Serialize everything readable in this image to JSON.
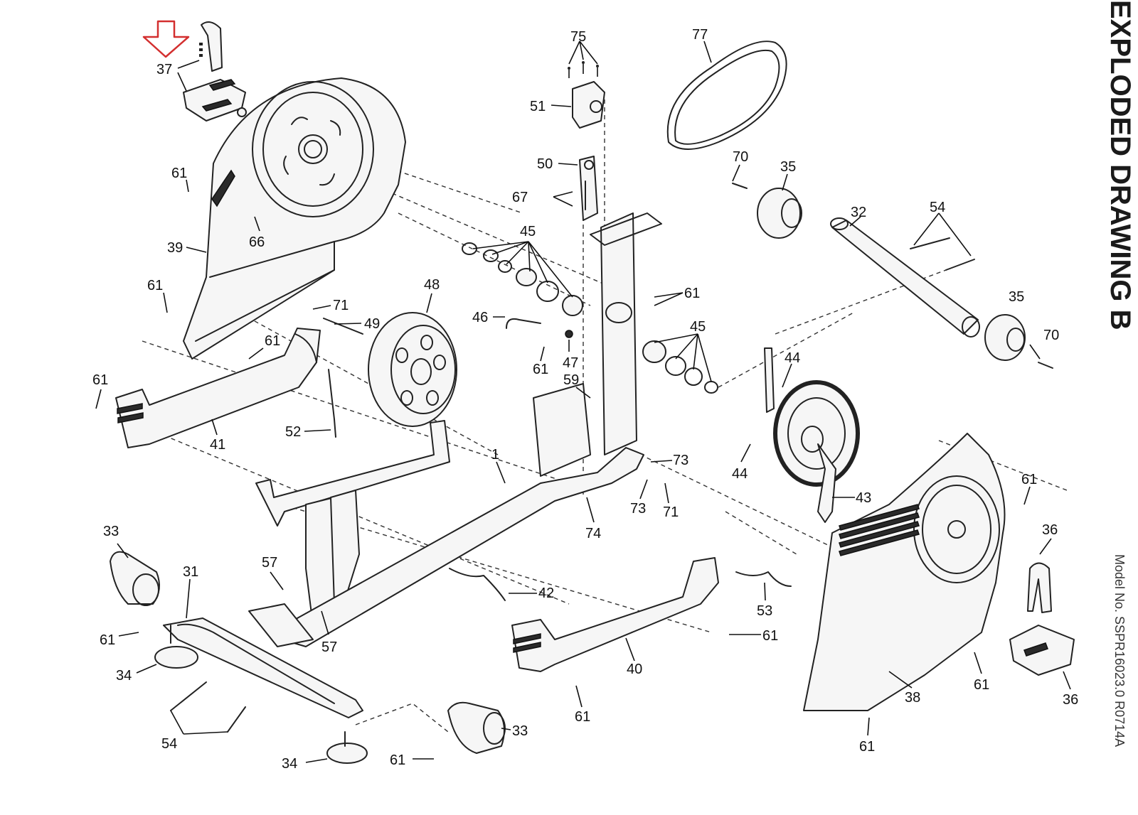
{
  "callouts": [
    {
      "id": "c37",
      "text": "37"
    },
    {
      "id": "c75",
      "text": "75"
    },
    {
      "id": "c77",
      "text": "77"
    },
    {
      "id": "c51",
      "text": "51"
    },
    {
      "id": "c70a",
      "text": "70"
    },
    {
      "id": "c35a",
      "text": "35"
    },
    {
      "id": "c50",
      "text": "50"
    },
    {
      "id": "c32",
      "text": "32"
    },
    {
      "id": "c54a",
      "text": "54"
    },
    {
      "id": "c61a",
      "text": "61"
    },
    {
      "id": "c67",
      "text": "67"
    },
    {
      "id": "c66",
      "text": "66"
    },
    {
      "id": "c45a",
      "text": "45"
    },
    {
      "id": "c39",
      "text": "39"
    },
    {
      "id": "c61b",
      "text": "61"
    },
    {
      "id": "c71a",
      "text": "71"
    },
    {
      "id": "c48",
      "text": "48"
    },
    {
      "id": "c61c",
      "text": "61"
    },
    {
      "id": "c35b",
      "text": "35"
    },
    {
      "id": "c49",
      "text": "49"
    },
    {
      "id": "c46",
      "text": "46"
    },
    {
      "id": "c45b",
      "text": "45"
    },
    {
      "id": "c70b",
      "text": "70"
    },
    {
      "id": "c61d",
      "text": "61"
    },
    {
      "id": "c61e",
      "text": "61"
    },
    {
      "id": "c47",
      "text": "47"
    },
    {
      "id": "c44a",
      "text": "44"
    },
    {
      "id": "c61f",
      "text": "61"
    },
    {
      "id": "c59",
      "text": "59"
    },
    {
      "id": "c52",
      "text": "52"
    },
    {
      "id": "c41",
      "text": "41"
    },
    {
      "id": "c1",
      "text": "1"
    },
    {
      "id": "c73a",
      "text": "73"
    },
    {
      "id": "c44b",
      "text": "44"
    },
    {
      "id": "c61g",
      "text": "61"
    },
    {
      "id": "c43",
      "text": "43"
    },
    {
      "id": "c73b",
      "text": "73"
    },
    {
      "id": "c71b",
      "text": "71"
    },
    {
      "id": "c74",
      "text": "74"
    },
    {
      "id": "c33a",
      "text": "33"
    },
    {
      "id": "c36a",
      "text": "36"
    },
    {
      "id": "c31",
      "text": "31"
    },
    {
      "id": "c57a",
      "text": "57"
    },
    {
      "id": "c42",
      "text": "42"
    },
    {
      "id": "c53",
      "text": "53"
    },
    {
      "id": "c61h",
      "text": "61"
    },
    {
      "id": "c61i",
      "text": "61"
    },
    {
      "id": "c57b",
      "text": "57"
    },
    {
      "id": "c40",
      "text": "40"
    },
    {
      "id": "c34a",
      "text": "34"
    },
    {
      "id": "c61j",
      "text": "61"
    },
    {
      "id": "c61k",
      "text": "61"
    },
    {
      "id": "c38",
      "text": "38"
    },
    {
      "id": "c36b",
      "text": "36"
    },
    {
      "id": "c54b",
      "text": "54"
    },
    {
      "id": "c33b",
      "text": "33"
    },
    {
      "id": "c61l",
      "text": "61"
    },
    {
      "id": "c34b",
      "text": "34"
    },
    {
      "id": "c61m",
      "text": "61"
    }
  ],
  "side_text": {
    "title_cut": "EXPLODED DRAWING B",
    "model_cut": "Model No. SSPR16023.0 R0714A"
  },
  "colors": {
    "line": "#222222",
    "highlight_arrow": "#d32f2f",
    "background": "#ffffff"
  },
  "icons": {
    "pointer": "down-arrow-icon"
  }
}
